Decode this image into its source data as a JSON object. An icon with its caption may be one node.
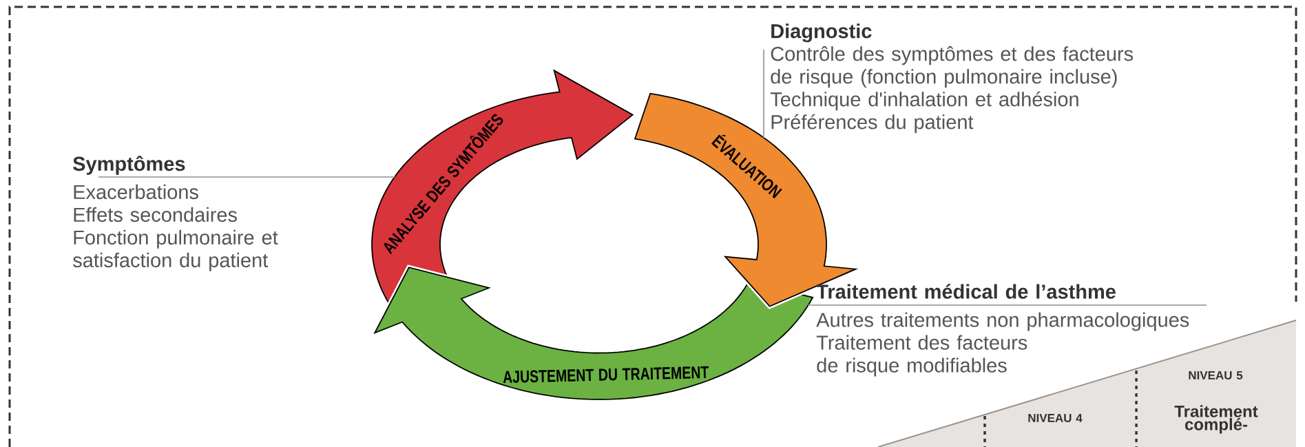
{
  "diagram": {
    "nodes": [
      {
        "text": [
          "ANALYSE DES SYMTÔMES"
        ]
      },
      {
        "text": [
          "ÉVALUATION"
        ]
      },
      {
        "text": [
          "AJUSTEMENT DU TRAITEMENT"
        ]
      },
      {
        "text": [
          "Symptômes",
          "Exacerbations",
          "Effets secondaires",
          "Fonction pulmonaire et satisfaction du patient"
        ]
      },
      {
        "text": [
          "Diagnostic",
          "Contrôle des symptômes et des facteurs de risque (fonction pulmonaire incluse)",
          "Technique d'inhalation et adhésion",
          "Préférences du patient"
        ]
      },
      {
        "text": [
          "Traitement médical de l’asthme",
          "Autres traitements non pharmacologiques",
          "Traitement des facteurs de risque modifiables"
        ]
      }
    ],
    "edges": [
      {
        "from": 3,
        "to": 0,
        "arrow": "none"
      },
      {
        "from": 4,
        "to": 1,
        "arrow": "none"
      },
      {
        "from": 5,
        "to": 2,
        "arrow": "none"
      }
    ],
    "labels": [
      "NIVEAU 4",
      "NIVEAU 5",
      "Traitement complé-"
    ]
  }
}
